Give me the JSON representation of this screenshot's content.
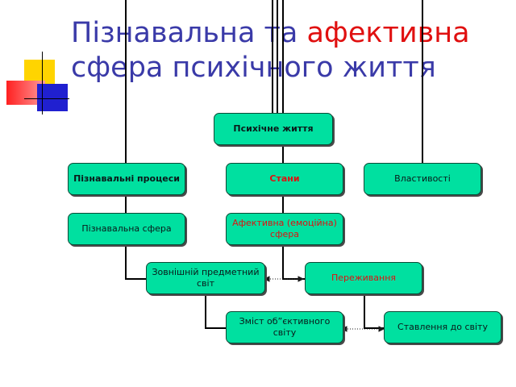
{
  "title": {
    "part1": "Пізнавальна та ",
    "part2": "афективна",
    "line2": "сфера психічного життя"
  },
  "colors": {
    "title": "#3a3aa8",
    "accent": "#e01010",
    "box_fill": "#00e0a0",
    "box_border": "#0a4a36"
  },
  "nodes": {
    "root": "Психічне життя",
    "cognitive_processes": "Пізнавальні процеси",
    "states": "Стани",
    "properties": "Властивості",
    "cognitive_sphere": "Пізнавальна сфера",
    "affective_sphere": "Афективна (емоційна) сфера",
    "outer_world": "Зовнішній предметний світ",
    "experiences": "Переживання",
    "object_content": "Зміст об”єктивного світу",
    "attitude": "Ставлення до світу"
  }
}
